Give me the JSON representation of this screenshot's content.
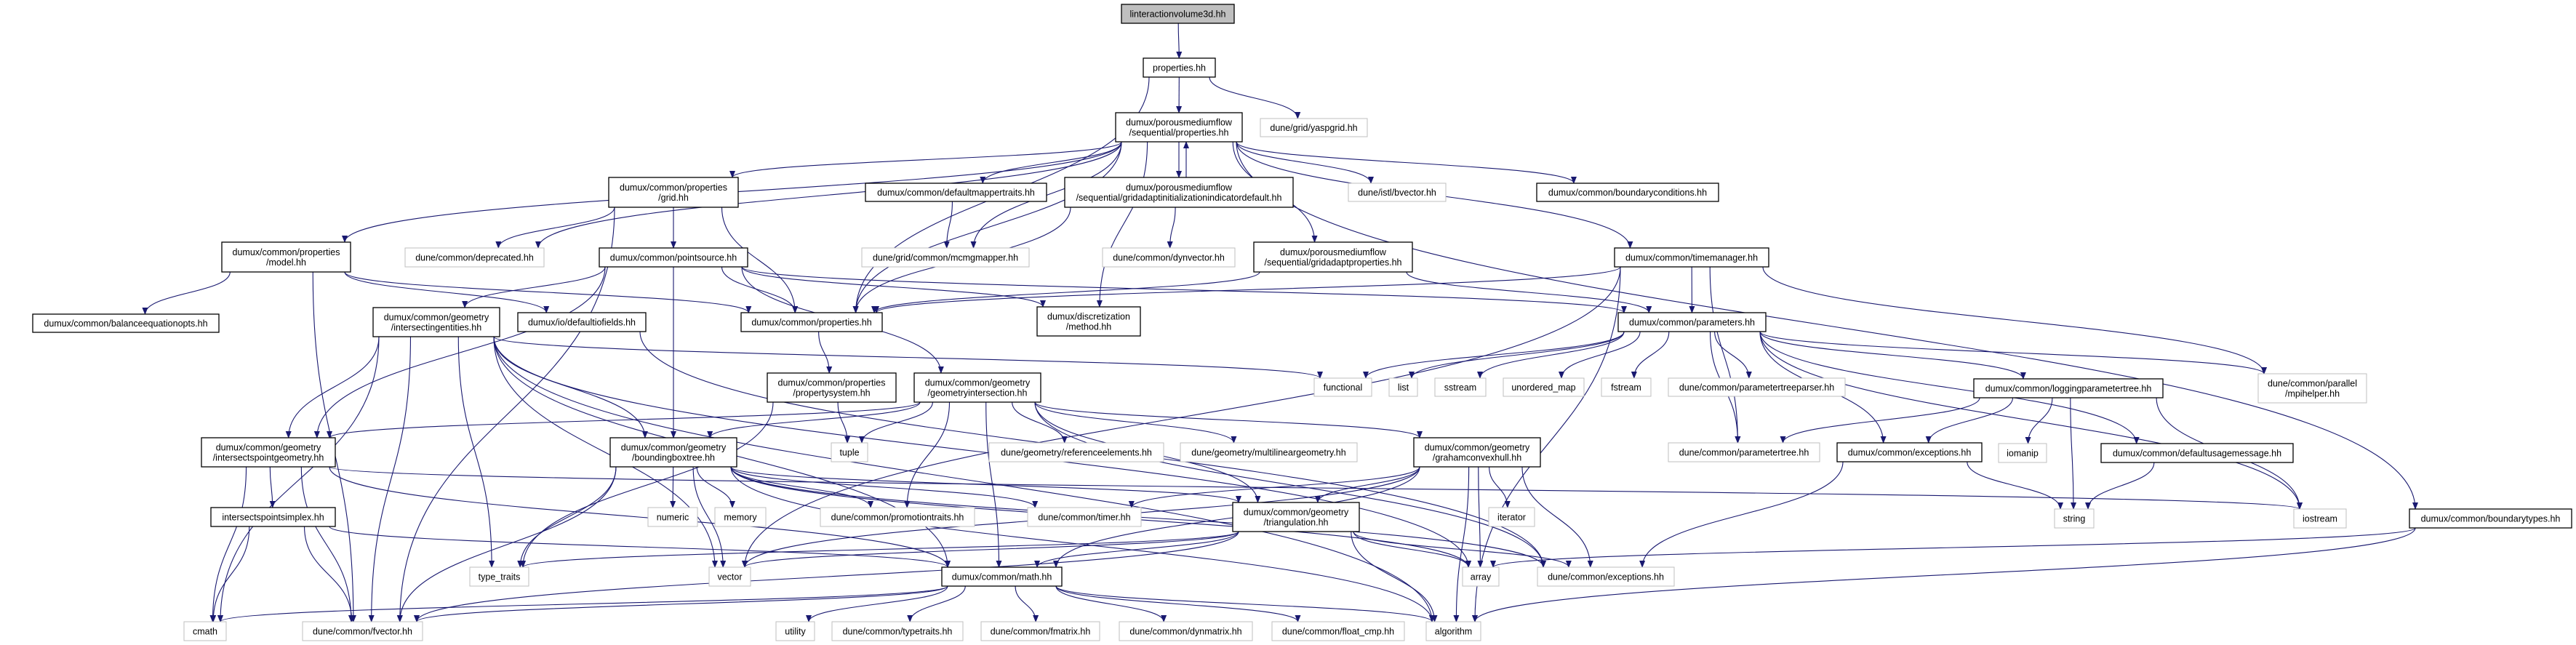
{
  "colors": {
    "edge": "#191970",
    "root_fill": "#bfbfbf",
    "internal_border": "#000000",
    "external_border": "#bfbfbf"
  },
  "graph": {
    "nodes": [
      {
        "id": "n0",
        "lines": [
          "linteractionvolume3d.hh"
        ],
        "kind": "root"
      },
      {
        "id": "n1",
        "lines": [
          "properties.hh"
        ],
        "kind": "internal"
      },
      {
        "id": "n2",
        "lines": [
          "dune/grid/yaspgrid.hh"
        ],
        "kind": "external"
      },
      {
        "id": "n3",
        "lines": [
          "dumux/porousmediumflow",
          "/sequential/properties.hh"
        ],
        "kind": "internal"
      },
      {
        "id": "n4",
        "lines": [
          "dumux/porousmediumflow",
          "/sequential/gridadaptinitializationindicatordefault.hh"
        ],
        "kind": "internal"
      },
      {
        "id": "n5",
        "lines": [
          "dune/istl/bvector.hh"
        ],
        "kind": "external"
      },
      {
        "id": "n6",
        "lines": [
          "dumux/common/boundaryconditions.hh"
        ],
        "kind": "internal"
      },
      {
        "id": "n7",
        "lines": [
          "dune/common/dynvector.hh"
        ],
        "kind": "external"
      },
      {
        "id": "n8",
        "lines": [
          "dumux/porousmediumflow",
          "/sequential/gridadaptproperties.hh"
        ],
        "kind": "internal"
      },
      {
        "id": "n9",
        "lines": [
          "dumux/common/timemanager.hh"
        ],
        "kind": "internal"
      },
      {
        "id": "n10",
        "lines": [
          "dumux/discretization",
          "/method.hh"
        ],
        "kind": "internal"
      },
      {
        "id": "n11",
        "lines": [
          "dumux/common/parameters.hh"
        ],
        "kind": "internal"
      },
      {
        "id": "n12",
        "lines": [
          "dumux/common/properties",
          "/grid.hh"
        ],
        "kind": "internal"
      },
      {
        "id": "n13",
        "lines": [
          "dumux/common/defaultmappertraits.hh"
        ],
        "kind": "internal"
      },
      {
        "id": "n14",
        "lines": [
          "dumux/common/properties",
          "/model.hh"
        ],
        "kind": "internal"
      },
      {
        "id": "n15",
        "lines": [
          "dune/common/deprecated.hh"
        ],
        "kind": "external"
      },
      {
        "id": "n16",
        "lines": [
          "dumux/common/pointsource.hh"
        ],
        "kind": "internal"
      },
      {
        "id": "n17",
        "lines": [
          "dune/grid/common/mcmgmapper.hh"
        ],
        "kind": "external"
      },
      {
        "id": "n18",
        "lines": [
          "dumux/common/properties.hh"
        ],
        "kind": "internal"
      },
      {
        "id": "n19",
        "lines": [
          "dumux/io/defaultiofields.hh"
        ],
        "kind": "internal"
      },
      {
        "id": "n20",
        "lines": [
          "dumux/common/geometry",
          "/intersectingentities.hh"
        ],
        "kind": "internal"
      },
      {
        "id": "n21",
        "lines": [
          "dumux/common/balanceequationopts.hh"
        ],
        "kind": "internal"
      },
      {
        "id": "n22",
        "lines": [
          "dumux/common/properties",
          "/propertysystem.hh"
        ],
        "kind": "internal"
      },
      {
        "id": "n23",
        "lines": [
          "dumux/common/geometry",
          "/geometryintersection.hh"
        ],
        "kind": "internal"
      },
      {
        "id": "n24",
        "lines": [
          "dumux/common/geometry",
          "/intersectspointgeometry.hh"
        ],
        "kind": "internal"
      },
      {
        "id": "n25",
        "lines": [
          "dumux/common/geometry",
          "/boundingboxtree.hh"
        ],
        "kind": "internal"
      },
      {
        "id": "n26",
        "lines": [
          "tuple"
        ],
        "kind": "external"
      },
      {
        "id": "n27",
        "lines": [
          "dune/geometry/referenceelements.hh"
        ],
        "kind": "external"
      },
      {
        "id": "n28",
        "lines": [
          "dune/geometry/multilineargeometry.hh"
        ],
        "kind": "external"
      },
      {
        "id": "n29",
        "lines": [
          "dumux/common/geometry",
          "/grahamconvexhull.hh"
        ],
        "kind": "internal"
      },
      {
        "id": "n30",
        "lines": [
          "dune/common/parametertree.hh"
        ],
        "kind": "external"
      },
      {
        "id": "n31",
        "lines": [
          "dumux/common/exceptions.hh"
        ],
        "kind": "internal"
      },
      {
        "id": "n32",
        "lines": [
          "iomanip"
        ],
        "kind": "external"
      },
      {
        "id": "n33",
        "lines": [
          "dumux/common/defaultusagemessage.hh"
        ],
        "kind": "internal"
      },
      {
        "id": "n34",
        "lines": [
          "dumux/common/loggingparametertree.hh"
        ],
        "kind": "internal"
      },
      {
        "id": "n35",
        "lines": [
          "dune/common/parallel",
          "/mpihelper.hh"
        ],
        "kind": "external"
      },
      {
        "id": "n36",
        "lines": [
          "functional"
        ],
        "kind": "external"
      },
      {
        "id": "n37",
        "lines": [
          "list"
        ],
        "kind": "external"
      },
      {
        "id": "n38",
        "lines": [
          "sstream"
        ],
        "kind": "external"
      },
      {
        "id": "n39",
        "lines": [
          "unordered_map"
        ],
        "kind": "external"
      },
      {
        "id": "n40",
        "lines": [
          "fstream"
        ],
        "kind": "external"
      },
      {
        "id": "n41",
        "lines": [
          "dune/common/parametertreeparser.hh"
        ],
        "kind": "external"
      },
      {
        "id": "n43",
        "lines": [
          "intersectspointsimplex.hh"
        ],
        "kind": "internal"
      },
      {
        "id": "n44",
        "lines": [
          "numeric"
        ],
        "kind": "external"
      },
      {
        "id": "n45",
        "lines": [
          "memory"
        ],
        "kind": "external"
      },
      {
        "id": "n46",
        "lines": [
          "dune/common/promotiontraits.hh"
        ],
        "kind": "external"
      },
      {
        "id": "n47",
        "lines": [
          "dune/common/timer.hh"
        ],
        "kind": "external"
      },
      {
        "id": "n48",
        "lines": [
          "iterator"
        ],
        "kind": "external"
      },
      {
        "id": "n49",
        "lines": [
          "dumux/common/geometry",
          "/triangulation.hh"
        ],
        "kind": "internal"
      },
      {
        "id": "n50",
        "lines": [
          "iostream"
        ],
        "kind": "external"
      },
      {
        "id": "n51",
        "lines": [
          "string"
        ],
        "kind": "external"
      },
      {
        "id": "n52",
        "lines": [
          "dumux/common/boundarytypes.hh"
        ],
        "kind": "internal"
      },
      {
        "id": "n53",
        "lines": [
          "type_traits"
        ],
        "kind": "external"
      },
      {
        "id": "n54",
        "lines": [
          "vector"
        ],
        "kind": "external"
      },
      {
        "id": "n55",
        "lines": [
          "dumux/common/math.hh"
        ],
        "kind": "internal"
      },
      {
        "id": "n56",
        "lines": [
          "array"
        ],
        "kind": "external"
      },
      {
        "id": "n57",
        "lines": [
          "dune/common/exceptions.hh"
        ],
        "kind": "external"
      },
      {
        "id": "n58",
        "lines": [
          "cmath"
        ],
        "kind": "external"
      },
      {
        "id": "n59",
        "lines": [
          "dune/common/fvector.hh"
        ],
        "kind": "external"
      },
      {
        "id": "n60",
        "lines": [
          "utility"
        ],
        "kind": "external"
      },
      {
        "id": "n61",
        "lines": [
          "dune/common/typetraits.hh"
        ],
        "kind": "external"
      },
      {
        "id": "n62",
        "lines": [
          "dune/common/fmatrix.hh"
        ],
        "kind": "external"
      },
      {
        "id": "n63",
        "lines": [
          "dune/common/dynmatrix.hh"
        ],
        "kind": "external"
      },
      {
        "id": "n64",
        "lines": [
          "dune/common/float_cmp.hh"
        ],
        "kind": "external"
      },
      {
        "id": "n65",
        "lines": [
          "algorithm"
        ],
        "kind": "external"
      }
    ],
    "edges": [
      [
        "n0",
        "n1"
      ],
      [
        "n1",
        "n3"
      ],
      [
        "n1",
        "n2"
      ],
      [
        "n1",
        "n18"
      ],
      [
        "n3",
        "n14"
      ],
      [
        "n3",
        "n12"
      ],
      [
        "n3",
        "n15"
      ],
      [
        "n3",
        "n18"
      ],
      [
        "n3",
        "n17"
      ],
      [
        "n3",
        "n13"
      ],
      [
        "n3",
        "n4"
      ],
      [
        "n3",
        "n5"
      ],
      [
        "n3",
        "n8"
      ],
      [
        "n3",
        "n6"
      ],
      [
        "n3",
        "n9"
      ],
      [
        "n3",
        "n10"
      ],
      [
        "n3",
        "n52"
      ],
      [
        "n4",
        "n3"
      ],
      [
        "n4",
        "n7"
      ],
      [
        "n4",
        "n18"
      ],
      [
        "n13",
        "n17"
      ],
      [
        "n12",
        "n15"
      ],
      [
        "n12",
        "n16"
      ],
      [
        "n12",
        "n18"
      ],
      [
        "n12",
        "n59"
      ],
      [
        "n14",
        "n21"
      ],
      [
        "n14",
        "n18"
      ],
      [
        "n14",
        "n19"
      ],
      [
        "n14",
        "n59"
      ],
      [
        "n16",
        "n18"
      ],
      [
        "n16",
        "n20"
      ],
      [
        "n16",
        "n25"
      ],
      [
        "n16",
        "n23"
      ],
      [
        "n16",
        "n11"
      ],
      [
        "n16",
        "n10"
      ],
      [
        "n16",
        "n24"
      ],
      [
        "n8",
        "n18"
      ],
      [
        "n8",
        "n11"
      ],
      [
        "n9",
        "n11"
      ],
      [
        "n9",
        "n18"
      ],
      [
        "n9",
        "n35"
      ],
      [
        "n9",
        "n30"
      ],
      [
        "n9",
        "n65"
      ],
      [
        "n9",
        "n54"
      ],
      [
        "n11",
        "n36"
      ],
      [
        "n11",
        "n37"
      ],
      [
        "n11",
        "n38"
      ],
      [
        "n11",
        "n39"
      ],
      [
        "n11",
        "n40"
      ],
      [
        "n11",
        "n41"
      ],
      [
        "n11",
        "n34"
      ],
      [
        "n11",
        "n31"
      ],
      [
        "n11",
        "n30"
      ],
      [
        "n11",
        "n35"
      ],
      [
        "n11",
        "n50"
      ],
      [
        "n11",
        "n33"
      ],
      [
        "n34",
        "n30"
      ],
      [
        "n34",
        "n31"
      ],
      [
        "n34",
        "n32"
      ],
      [
        "n34",
        "n51"
      ],
      [
        "n34",
        "n50"
      ],
      [
        "n31",
        "n51"
      ],
      [
        "n31",
        "n57"
      ],
      [
        "n33",
        "n51"
      ],
      [
        "n18",
        "n22"
      ],
      [
        "n22",
        "n26"
      ],
      [
        "n22",
        "n53"
      ],
      [
        "n23",
        "n26"
      ],
      [
        "n23",
        "n24"
      ],
      [
        "n23",
        "n25"
      ],
      [
        "n23",
        "n27"
      ],
      [
        "n23",
        "n28"
      ],
      [
        "n23",
        "n29"
      ],
      [
        "n23",
        "n49"
      ],
      [
        "n23",
        "n46"
      ],
      [
        "n23",
        "n55"
      ],
      [
        "n23",
        "n57"
      ],
      [
        "n20",
        "n24"
      ],
      [
        "n20",
        "n25"
      ],
      [
        "n20",
        "n53"
      ],
      [
        "n20",
        "n54"
      ],
      [
        "n20",
        "n59"
      ],
      [
        "n20",
        "n58"
      ],
      [
        "n20",
        "n36"
      ],
      [
        "n20",
        "n55"
      ],
      [
        "n20",
        "n56"
      ],
      [
        "n20",
        "n65"
      ],
      [
        "n24",
        "n43"
      ],
      [
        "n24",
        "n58"
      ],
      [
        "n24",
        "n59"
      ],
      [
        "n24",
        "n50"
      ],
      [
        "n24",
        "n55"
      ],
      [
        "n43",
        "n58"
      ],
      [
        "n43",
        "n59"
      ],
      [
        "n43",
        "n55"
      ],
      [
        "n25",
        "n44"
      ],
      [
        "n25",
        "n45"
      ],
      [
        "n25",
        "n46"
      ],
      [
        "n25",
        "n47"
      ],
      [
        "n25",
        "n54"
      ],
      [
        "n25",
        "n53"
      ],
      [
        "n25",
        "n59"
      ],
      [
        "n25",
        "n49"
      ],
      [
        "n25",
        "n56"
      ],
      [
        "n25",
        "n65"
      ],
      [
        "n25",
        "n57"
      ],
      [
        "n29",
        "n49"
      ],
      [
        "n29",
        "n48"
      ],
      [
        "n29",
        "n56"
      ],
      [
        "n29",
        "n57"
      ],
      [
        "n29",
        "n65"
      ],
      [
        "n29",
        "n55"
      ],
      [
        "n29",
        "n54"
      ],
      [
        "n29",
        "n47"
      ],
      [
        "n49",
        "n55"
      ],
      [
        "n49",
        "n56"
      ],
      [
        "n49",
        "n57"
      ],
      [
        "n49",
        "n65"
      ],
      [
        "n49",
        "n54"
      ],
      [
        "n49",
        "n59"
      ],
      [
        "n49",
        "n53"
      ],
      [
        "n55",
        "n58"
      ],
      [
        "n55",
        "n59"
      ],
      [
        "n55",
        "n60"
      ],
      [
        "n55",
        "n61"
      ],
      [
        "n55",
        "n62"
      ],
      [
        "n55",
        "n63"
      ],
      [
        "n55",
        "n64"
      ],
      [
        "n55",
        "n65"
      ],
      [
        "n52",
        "n56"
      ],
      [
        "n52",
        "n65"
      ],
      [
        "n19",
        "n57"
      ]
    ]
  }
}
